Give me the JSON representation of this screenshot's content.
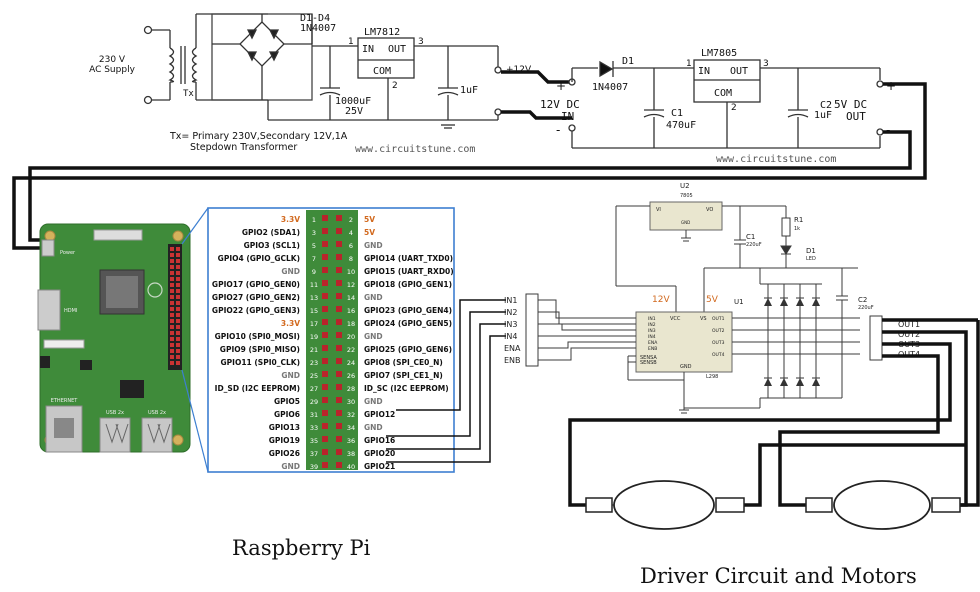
{
  "power": {
    "ac_supply_line1": "230 V",
    "ac_supply_line2": "AC Supply",
    "tx_label": "Tx",
    "tx_note_line1": "Tx= Primary 230V,Secondary 12V,1A",
    "tx_note_line2": "Stepdown Transformer",
    "bridge_label_1": "D1-D4",
    "bridge_label_2": "1N4007",
    "reg1_name": "LM7812",
    "reg1_in": "IN",
    "reg1_out": "OUT",
    "reg1_com": "COM",
    "reg1_pin1": "1",
    "reg1_pin2": "2",
    "reg1_pin3": "3",
    "cap1_value": "1000uF",
    "cap1_voltage": "25V",
    "cap2_value": "1uF",
    "watermark1": "www.circuitstune.com",
    "out12_label": "+12V",
    "dc12_line1": "12V DC",
    "dc12_line2": "IN",
    "plus": "+",
    "minus": "-",
    "d1_name": "D1",
    "d1_part": "1N4007",
    "reg2_name": "LM7805",
    "reg2_in": "IN",
    "reg2_out": "OUT",
    "reg2_com": "COM",
    "reg2_pin1": "1",
    "reg2_pin2": "2",
    "reg2_pin3": "3",
    "c1_name": "C1",
    "c1_value": "470uF",
    "c2_name": "C2",
    "c2_value": "1uF",
    "dc5_line1": "5V DC",
    "dc5_line2": "OUT",
    "watermark2": "www.circuitstune.com"
  },
  "gpio": {
    "rows": [
      {
        "l": "3.3V",
        "lc": "#d2691e",
        "a": "1",
        "b": "2",
        "r": "5V",
        "rc": "#d2691e"
      },
      {
        "l": "GPIO2 (SDA1)",
        "lc": "#111",
        "a": "3",
        "b": "4",
        "r": "5V",
        "rc": "#d2691e"
      },
      {
        "l": "GPIO3 (SCL1)",
        "lc": "#111",
        "a": "5",
        "b": "6",
        "r": "GND",
        "rc": "#777"
      },
      {
        "l": "GPIO4 (GPIO_GCLK)",
        "lc": "#111",
        "a": "7",
        "b": "8",
        "r": "GPIO14 (UART_TXD0)",
        "rc": "#111"
      },
      {
        "l": "GND",
        "lc": "#777",
        "a": "9",
        "b": "10",
        "r": "GPIO15 (UART_RXD0)",
        "rc": "#111"
      },
      {
        "l": "GPIO17 (GPIO_GEN0)",
        "lc": "#111",
        "a": "11",
        "b": "12",
        "r": "GPIO18 (GPIO_GEN1)",
        "rc": "#111"
      },
      {
        "l": "GPIO27 (GPIO_GEN2)",
        "lc": "#111",
        "a": "13",
        "b": "14",
        "r": "GND",
        "rc": "#777"
      },
      {
        "l": "GPIO22 (GPIO_GEN3)",
        "lc": "#111",
        "a": "15",
        "b": "16",
        "r": "GPIO23 (GPIO_GEN4)",
        "rc": "#111"
      },
      {
        "l": "3.3V",
        "lc": "#d2691e",
        "a": "17",
        "b": "18",
        "r": "GPIO24 (GPIO_GEN5)",
        "rc": "#111"
      },
      {
        "l": "GPIO10 (SPI0_MOSI)",
        "lc": "#111",
        "a": "19",
        "b": "20",
        "r": "GND",
        "rc": "#777"
      },
      {
        "l": "GPIO9 (SPI0_MISO)",
        "lc": "#111",
        "a": "21",
        "b": "22",
        "r": "GPIO25 (GPIO_GEN6)",
        "rc": "#111"
      },
      {
        "l": "GPIO11 (SPI0_CLK)",
        "lc": "#111",
        "a": "23",
        "b": "24",
        "r": "GPIO8 (SPI_CE0_N)",
        "rc": "#111"
      },
      {
        "l": "GND",
        "lc": "#777",
        "a": "25",
        "b": "26",
        "r": "GPIO7 (SPI_CE1_N)",
        "rc": "#111"
      },
      {
        "l": "ID_SD (I2C EEPROM)",
        "lc": "#111",
        "a": "27",
        "b": "28",
        "r": "ID_SC (I2C EEPROM)",
        "rc": "#111"
      },
      {
        "l": "GPIO5",
        "lc": "#111",
        "a": "29",
        "b": "30",
        "r": "GND",
        "rc": "#777"
      },
      {
        "l": "GPIO6",
        "lc": "#111",
        "a": "31",
        "b": "32",
        "r": "GPIO12",
        "rc": "#111"
      },
      {
        "l": "GPIO13",
        "lc": "#111",
        "a": "33",
        "b": "34",
        "r": "GND",
        "rc": "#777"
      },
      {
        "l": "GPIO19",
        "lc": "#111",
        "a": "35",
        "b": "36",
        "r": "GPIO16",
        "rc": "#111"
      },
      {
        "l": "GPIO26",
        "lc": "#111",
        "a": "37",
        "b": "38",
        "r": "GPIO20",
        "rc": "#111"
      },
      {
        "l": "GND",
        "lc": "#777",
        "a": "39",
        "b": "40",
        "r": "GPIO21",
        "rc": "#111"
      }
    ]
  },
  "driver": {
    "inputs": [
      "IN1",
      "IN2",
      "IN3",
      "IN4",
      "ENA",
      "ENB"
    ],
    "outputs": [
      "OUT1",
      "OUT2",
      "OUT3",
      "OUT4"
    ],
    "u2_name": "U2",
    "u2_part": "7805",
    "u2_vi": "VI",
    "u2_vo": "VO",
    "u2_gnd": "GND",
    "r1_name": "R1",
    "r1_value": "1k",
    "c1_name": "C1",
    "c1_value": "220uF",
    "d1_name": "D1",
    "d1_type": "LED",
    "u1_name": "U1",
    "u1_part": "L298",
    "u1_vcc": "VCC",
    "u1_vs": "VS",
    "u1_gnd": "GND",
    "u1_pins_left": [
      "IN1",
      "IN2",
      "IN3",
      "IN4",
      "ENA",
      "ENB"
    ],
    "u1_sense": [
      "SENSA",
      "SENSB"
    ],
    "u1_pins_right": [
      "OUT1",
      "OUT2",
      "OUT3",
      "OUT4"
    ],
    "v12": "12V",
    "v5": "5V",
    "c2_name": "C2",
    "c2_value": "220uF"
  },
  "board": {
    "power_label": "Power",
    "hdmi_label": "HDMI",
    "ethernet_label": "ETHERNET",
    "usb_label_1": "USB 2x",
    "usb_label_2": "USB 2x"
  },
  "captions": {
    "rpi": "Raspberry Pi",
    "driver": "Driver Circuit and Motors"
  }
}
